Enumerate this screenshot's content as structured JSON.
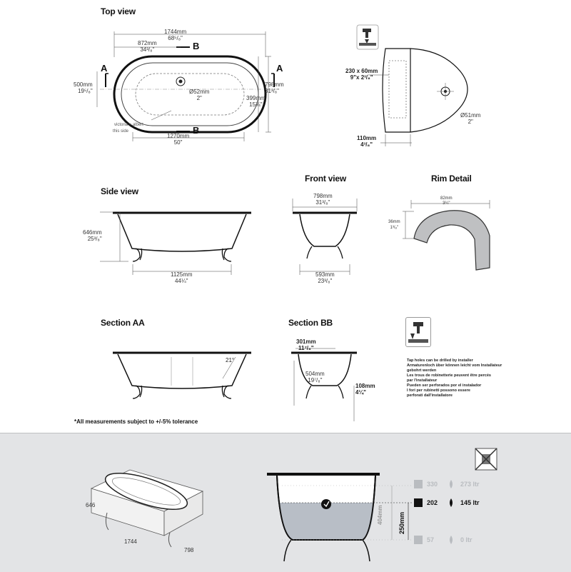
{
  "sections": {
    "top_view": "Top view",
    "side_view": "Side view",
    "front_view": "Front view",
    "rim_detail": "Rim Detail",
    "section_aa": "Section AA",
    "section_bb": "Section BB"
  },
  "top_view": {
    "overall_length": [
      "1744mm",
      "68⁵/₈\""
    ],
    "inner_half": [
      "872mm",
      "34³/₈\""
    ],
    "width": [
      "798mm",
      "31³/₈\""
    ],
    "inner_width": [
      "500mm",
      "19⁵/₈\""
    ],
    "half_width": [
      "399mm",
      "15¾\""
    ],
    "waste": [
      "Ø52mm",
      "2\""
    ],
    "base_length": [
      "1270mm",
      "50\""
    ],
    "logo": "victoria + albert",
    "this_side": "this side",
    "marker_a": "A",
    "marker_b": "B"
  },
  "tap_detail": {
    "hole_area": [
      "230 x 60mm",
      "9\"x 2³/₈\""
    ],
    "rim_offset": [
      "110mm",
      "4³/₈\""
    ],
    "hole_dia": [
      "Ø51mm",
      "2\""
    ]
  },
  "side_view": {
    "height": [
      "646mm",
      "25³/₈\""
    ],
    "length": [
      "1125mm",
      "44¼\""
    ]
  },
  "front_view": {
    "width": [
      "798mm",
      "31³/₈\""
    ],
    "base": [
      "593mm",
      "23³/₈\""
    ]
  },
  "rim_detail": {
    "width": [
      "82mm",
      "3¼\""
    ],
    "height": [
      "36mm",
      "1³/₈\""
    ]
  },
  "section_aa": {
    "angle": "21°"
  },
  "section_bb": {
    "rim": [
      "301mm",
      "11⁷/₈\""
    ],
    "depth": [
      "504mm",
      "19⁷/₈\""
    ],
    "leg": [
      "108mm",
      "4¼\""
    ]
  },
  "tap_note": [
    "Tap holes can be drilled by installer",
    "Armaturenloch über können leicht vom Installateur",
    "gebohrt werden",
    "Les trous de robinetterie peuvent être percés",
    "par l'installateur",
    "Pueden ser perforados por el instalador",
    "I fori per rubinetti possono essere",
    "perforati dall'installatore"
  ],
  "tolerance_note": "*All measurements subject to +/-5% tolerance",
  "panel": {
    "iso_height": "646",
    "iso_length": "1744",
    "iso_width": "798",
    "dim_404": "404mm",
    "dim_250": "250mm",
    "levels": [
      {
        "weight": "330",
        "volume": "273 ltr",
        "active": false
      },
      {
        "weight": "202",
        "volume": "145 ltr",
        "active": true
      },
      {
        "weight": "57",
        "volume": "0 ltr",
        "active": false
      }
    ],
    "colors": {
      "panel_bg": "#e3e4e6",
      "water": "#b8bec6",
      "inactive": "#b9bcc0",
      "active": "#111111"
    }
  }
}
